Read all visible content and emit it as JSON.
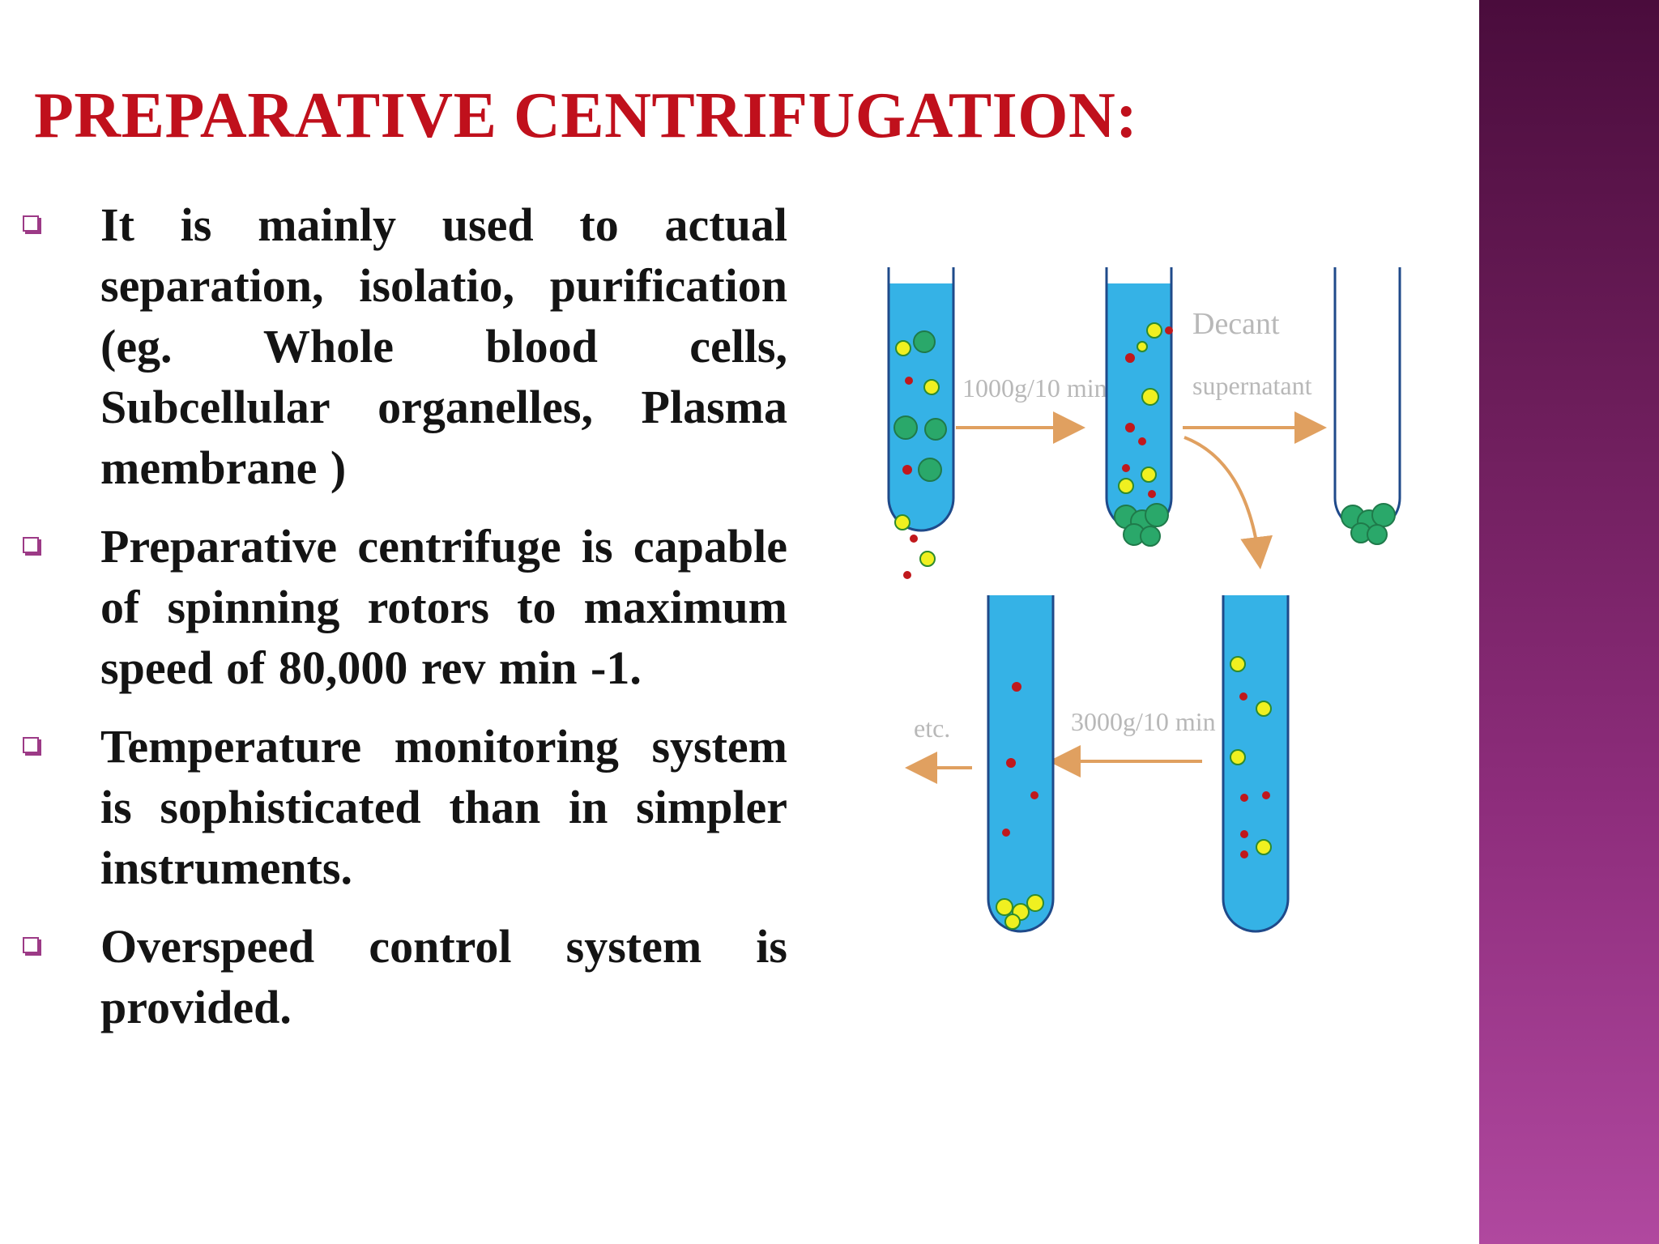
{
  "slide": {
    "title": "PREPARATIVE CENTRIFUGATION:",
    "bullets": [
      {
        "text": "It is mainly used to actual separation, isolatio, purification (eg. Whole blood cells, Subcellular organelles, Plasma membrane )"
      },
      {
        "text": "Preparative centrifuge is capable of spinning rotors to maximum speed of 80,000 rev min -1."
      },
      {
        "text": "Temperature monitoring system is sophisticated than in simpler instruments."
      },
      {
        "text": "Overspeed control system is provided."
      }
    ],
    "bullet_icon": "square-bullet-icon",
    "colors": {
      "title": "#c0101c",
      "body_text": "#141414",
      "bullet": "#9c3a86",
      "band_top": "#4a0c3c",
      "band_bottom": "#b0489f",
      "liquid": "#35b2e6",
      "arrow": "#e0a060",
      "diagram_label": "#b8b8b8"
    }
  },
  "diagram": {
    "labels": {
      "spin1": "1000g/10 min",
      "decant_line1": "Decant",
      "decant_line2": "supernatant",
      "spin2": "3000g/10 min",
      "etc": "etc."
    }
  }
}
